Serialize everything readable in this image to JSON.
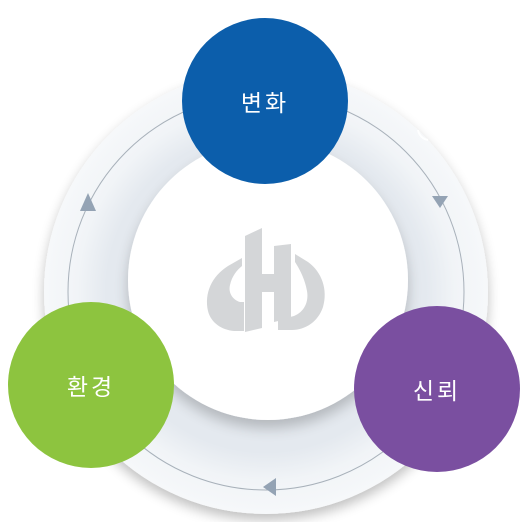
{
  "nodes": [
    {
      "id": "top",
      "label": "변화",
      "color": "#0c5eab"
    },
    {
      "id": "right",
      "label": "신뢰",
      "color": "#7a4fa0"
    },
    {
      "id": "left",
      "label": "환경",
      "color": "#8dc43f"
    }
  ],
  "colors": {
    "ring_outer": "#eef2f6",
    "ring_shadow": "#dde3ea",
    "inner_disc": "#ffffff",
    "cycle_line": "#a8b1ba",
    "arrowhead": "#94a3b4",
    "logo": "#d4d6d8"
  },
  "icons": {
    "center_logo": "h-building-logo",
    "arrow": "triangle-arrowhead"
  }
}
